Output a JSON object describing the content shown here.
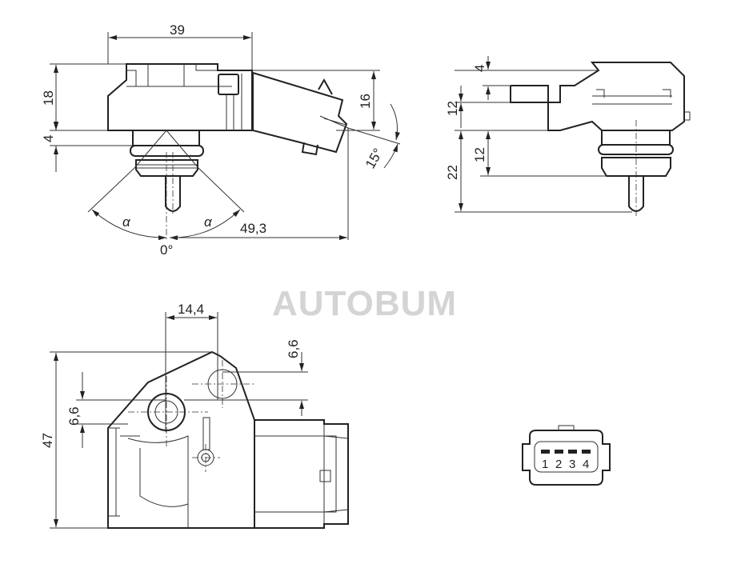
{
  "title": "Sensor dimension drawing",
  "watermark": "AUTOBUM",
  "side_view": {
    "width_label": "39",
    "height_body_label": "18",
    "port_height_label": "4",
    "connector_height_label": "16",
    "length_label": "49,3",
    "angle_label": "15°",
    "alpha_left": "α",
    "alpha_right": "α",
    "zero_label": "0°"
  },
  "end_view": {
    "dim_top": "4",
    "dim_upper": "12",
    "dim_lower": "12",
    "dim_total": "22"
  },
  "bottom_view": {
    "hole_spacing_label": "14,4",
    "offset_right_label": "6,6",
    "offset_left_label": "6,6",
    "height_label": "47"
  },
  "connector_face": {
    "pins": [
      "1",
      "2",
      "3",
      "4"
    ]
  }
}
